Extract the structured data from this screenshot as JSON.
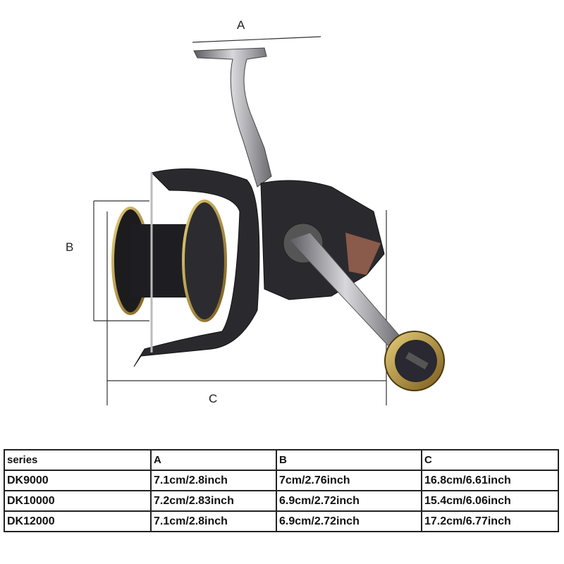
{
  "dimension_labels": {
    "a": "A",
    "b": "B",
    "c": "C"
  },
  "table": {
    "headers": [
      "series",
      "A",
      "B",
      "C"
    ],
    "rows": [
      [
        "DK9000",
        "7.1cm/2.8inch",
        "7cm/2.76inch",
        "16.8cm/6.61inch"
      ],
      [
        "DK10000",
        "7.2cm/2.83inch",
        "6.9cm/2.72inch",
        "15.4cm/6.06inch"
      ],
      [
        "DK12000",
        "7.1cm/2.8inch",
        "6.9cm/2.72inch",
        "17.2cm/6.77inch"
      ]
    ]
  },
  "colors": {
    "accent_gold": "#b8962e",
    "body": "#2a2a2e",
    "chrome": "#9a9aa0"
  }
}
